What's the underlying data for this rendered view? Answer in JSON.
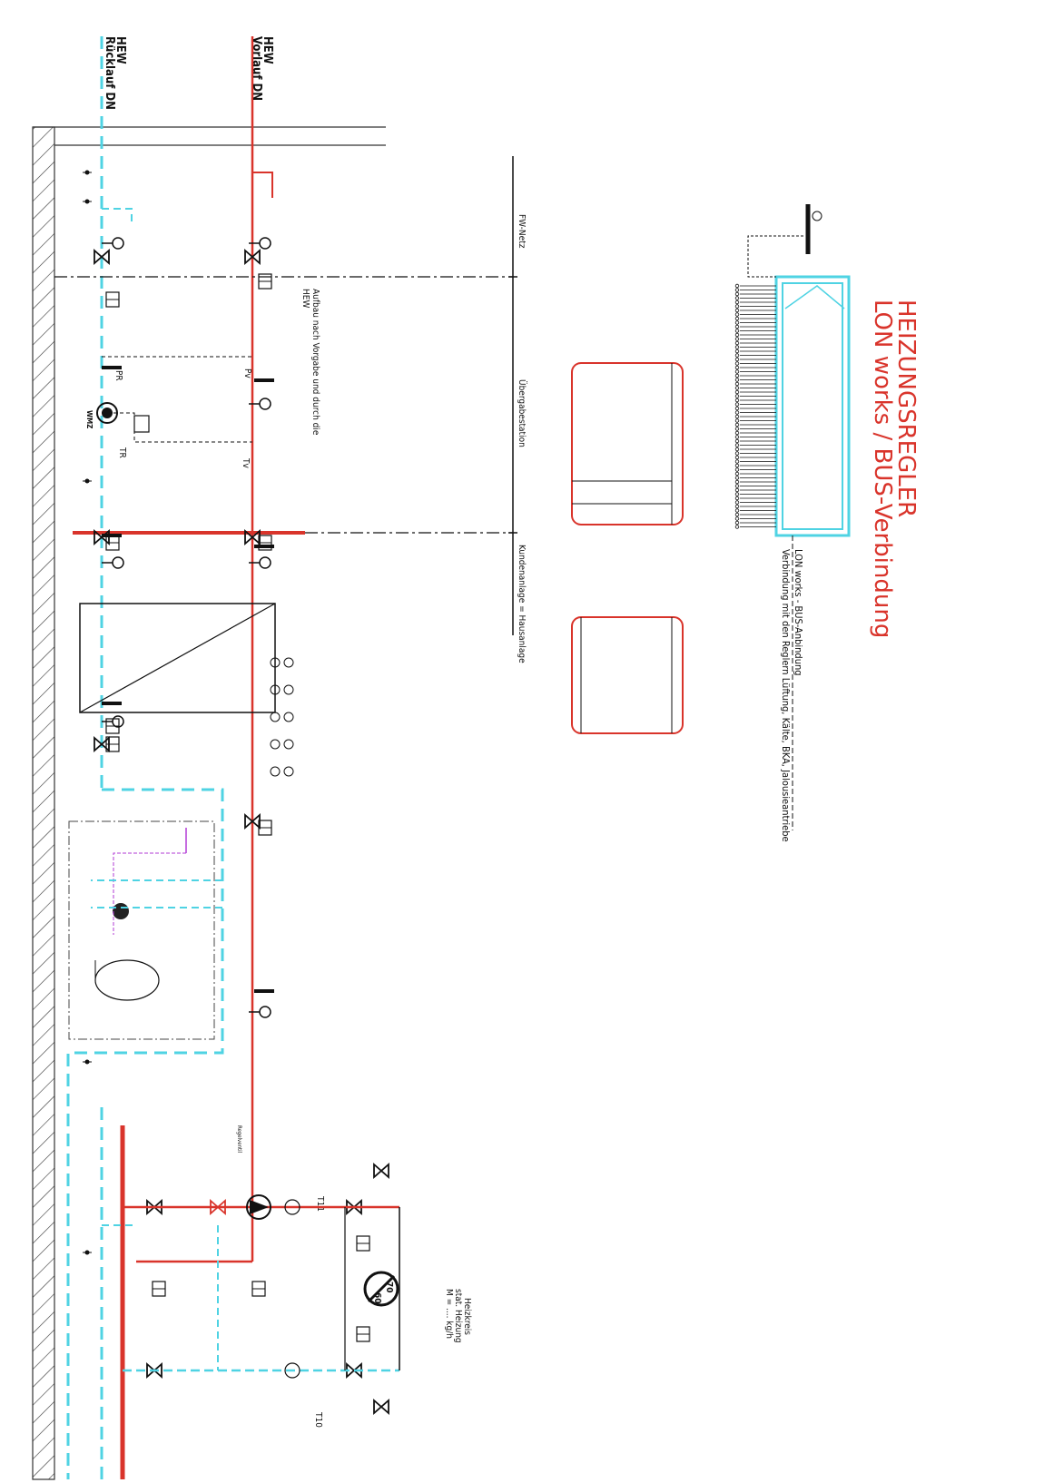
{
  "header": {
    "supply_label_line1": "HEW",
    "supply_label_line2": "Vorlauf DN",
    "return_label_line1": "HEW",
    "return_label_line2": "Rücklauf DN"
  },
  "sections": {
    "fw_netz": "FW-Netz",
    "uebergabestation": "Übergabestation",
    "kundenanlage": "Kundenanlage = Hausanlage"
  },
  "notes": {
    "aufbau_line1": "Aufbau nach Vorgabe und durch die",
    "aufbau_line2": "HEW",
    "heizkreis_line1": "Heizkreis",
    "heizkreis_line2": "stat. Heizung",
    "heizkreis_line3": "M = .... kg/h",
    "regelventil": "Regelventil"
  },
  "controller": {
    "title_line1": "HEIZUNGSREGLER",
    "title_line2": "LON works / BUS-Verbindung",
    "bus_line1": "LON works - BUS-Anbindung",
    "bus_line2": "Verbindung mit den Reglern Lüftung, Kälte, BKA, Jalousieantriebe"
  },
  "sensor_labels": {
    "pv": "Pv",
    "pr": "PR",
    "tv": "Tv",
    "tr": "TR",
    "t11": "T11",
    "t10": "T10",
    "wmz": "WMZ"
  },
  "gauge": {
    "top": "70",
    "bottom": "60"
  },
  "colors": {
    "supply": "#d9342b",
    "return": "#4fd3e3",
    "lines": "#111111",
    "controller_title": "#d9342b",
    "signal": "#b23bd6"
  }
}
